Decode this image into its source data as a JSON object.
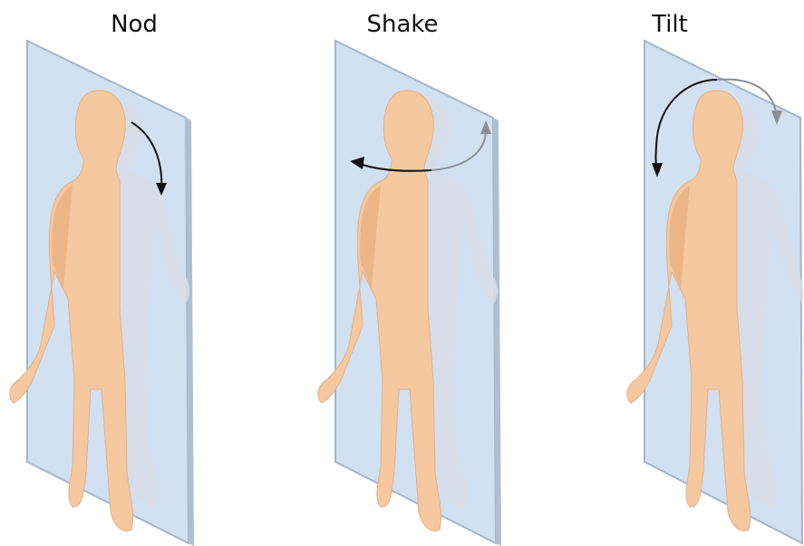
{
  "panels": [
    {
      "key": "nod",
      "title": "Nod"
    },
    {
      "key": "shake",
      "title": "Shake"
    },
    {
      "key": "tilt",
      "title": "Tilt"
    }
  ],
  "colors": {
    "plane_fill": "#cfe0f1",
    "plane_edge": "#9fb3c8",
    "skin": "#f6c8a0",
    "skin_shadow": "#e8ad7d",
    "ghost": "#d9dde8",
    "arrow_dark": "#111111",
    "arrow_light": "#8a8f96"
  }
}
